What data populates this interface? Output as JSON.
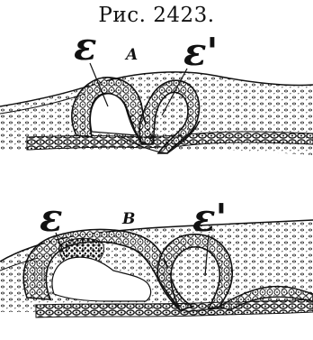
{
  "figure": {
    "title": "Рис.  2423.",
    "panel_a": {
      "label": "A",
      "left_mark": "ε",
      "right_mark": "ε'"
    },
    "panel_b": {
      "label": "B",
      "left_mark": "ε",
      "right_mark": "ε'"
    }
  }
}
